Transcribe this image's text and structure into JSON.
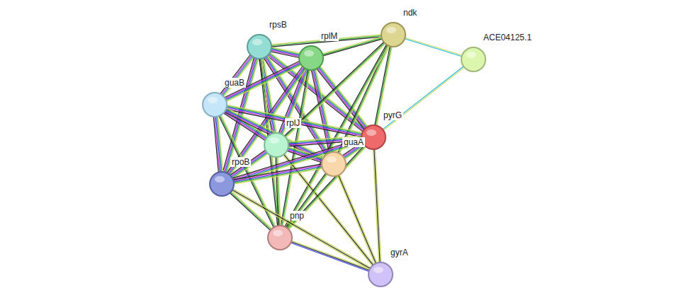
{
  "diagram": {
    "nodes": [
      {
        "text": [
          "rpsB"
        ]
      },
      {
        "text": [
          "rplM"
        ]
      },
      {
        "text": [
          "ndk"
        ]
      },
      {
        "text": [
          "ACE04125.1"
        ]
      },
      {
        "text": [
          "guaB"
        ]
      },
      {
        "text": [
          "rplJ"
        ]
      },
      {
        "text": [
          "pyrG"
        ]
      },
      {
        "text": [
          "guaA"
        ]
      },
      {
        "text": [
          "rpoB"
        ]
      },
      {
        "text": [
          "pnp"
        ]
      },
      {
        "text": [
          "gyrA"
        ]
      }
    ],
    "edges": [
      {
        "from": 0,
        "to": 1,
        "arrow": "none"
      },
      {
        "from": 0,
        "to": 2,
        "arrow": "none"
      },
      {
        "from": 0,
        "to": 4,
        "arrow": "none"
      },
      {
        "from": 0,
        "to": 5,
        "arrow": "none"
      },
      {
        "from": 0,
        "to": 6,
        "arrow": "none"
      },
      {
        "from": 0,
        "to": 7,
        "arrow": "none"
      },
      {
        "from": 0,
        "to": 8,
        "arrow": "none"
      },
      {
        "from": 0,
        "to": 9,
        "arrow": "none"
      },
      {
        "from": 1,
        "to": 2,
        "arrow": "none"
      },
      {
        "from": 1,
        "to": 4,
        "arrow": "none"
      },
      {
        "from": 1,
        "to": 5,
        "arrow": "none"
      },
      {
        "from": 1,
        "to": 6,
        "arrow": "none"
      },
      {
        "from": 1,
        "to": 7,
        "arrow": "none"
      },
      {
        "from": 1,
        "to": 8,
        "arrow": "none"
      },
      {
        "from": 1,
        "to": 9,
        "arrow": "none"
      },
      {
        "from": 2,
        "to": 3,
        "arrow": "none"
      },
      {
        "from": 2,
        "to": 5,
        "arrow": "none"
      },
      {
        "from": 2,
        "to": 6,
        "arrow": "none"
      },
      {
        "from": 2,
        "to": 7,
        "arrow": "none"
      },
      {
        "from": 2,
        "to": 9,
        "arrow": "none"
      },
      {
        "from": 3,
        "to": 6,
        "arrow": "none"
      },
      {
        "from": 4,
        "to": 5,
        "arrow": "none"
      },
      {
        "from": 4,
        "to": 6,
        "arrow": "none"
      },
      {
        "from": 4,
        "to": 7,
        "arrow": "none"
      },
      {
        "from": 4,
        "to": 8,
        "arrow": "none"
      },
      {
        "from": 4,
        "to": 9,
        "arrow": "none"
      },
      {
        "from": 5,
        "to": 6,
        "arrow": "none"
      },
      {
        "from": 5,
        "to": 7,
        "arrow": "none"
      },
      {
        "from": 5,
        "to": 8,
        "arrow": "none"
      },
      {
        "from": 5,
        "to": 9,
        "arrow": "none"
      },
      {
        "from": 5,
        "to": 10,
        "arrow": "none"
      },
      {
        "from": 6,
        "to": 7,
        "arrow": "none"
      },
      {
        "from": 6,
        "to": 8,
        "arrow": "none"
      },
      {
        "from": 6,
        "to": 9,
        "arrow": "none"
      },
      {
        "from": 6,
        "to": 10,
        "arrow": "none"
      },
      {
        "from": 7,
        "to": 8,
        "arrow": "none"
      },
      {
        "from": 7,
        "to": 9,
        "arrow": "none"
      },
      {
        "from": 7,
        "to": 10,
        "arrow": "none"
      },
      {
        "from": 8,
        "to": 9,
        "arrow": "none"
      },
      {
        "from": 8,
        "to": 10,
        "arrow": "none"
      },
      {
        "from": 9,
        "to": 10,
        "arrow": "none"
      }
    ]
  }
}
